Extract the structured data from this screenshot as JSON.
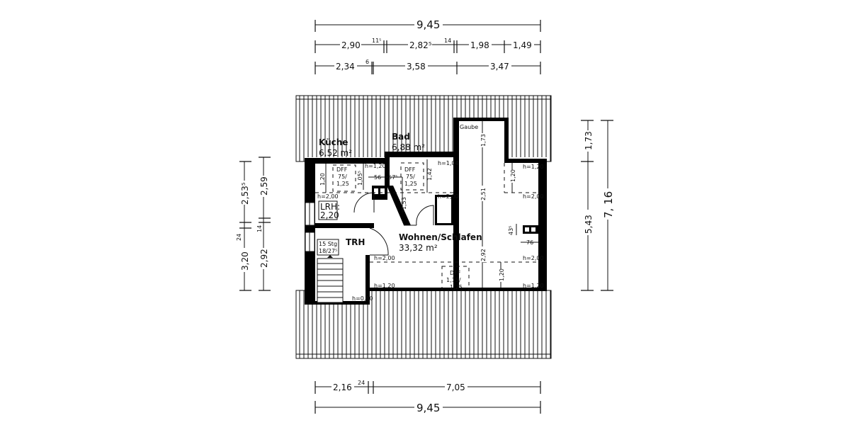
{
  "rooms": {
    "kueche": {
      "name": "Küche",
      "area": "6,52 m²"
    },
    "bad": {
      "name": "Bad",
      "area": "6,88 m²"
    },
    "wohnen": {
      "name": "Wohnen/Schlafen",
      "area": "33,32 m²"
    },
    "trh": {
      "name": "TRH"
    },
    "gaube": {
      "name": "Gaube"
    }
  },
  "labels": {
    "lrh": [
      "LRH:",
      "2,20"
    ],
    "stairs": [
      "15 Stg",
      "18/27⁵"
    ],
    "dff_kueche": [
      "DFF",
      "75/",
      "1,25"
    ],
    "dff_bad": [
      "DFF",
      "75/",
      "1,25"
    ],
    "dff_wohnen": [
      "DFF",
      "1,15/",
      "1,25"
    ],
    "heights": {
      "h120_k": "h=1,20",
      "h104": "h=1,04",
      "h200_k": "h=2,00",
      "h200_b": "h=2,00",
      "h120_g": "h=1,20",
      "h200_g": "h=2,00",
      "h200_w1": "h=2,00",
      "h200_w2": "h=2,00",
      "h120_w1": "h=1,20",
      "h120_w2": "h=1,20",
      "h080": "h=0,80"
    },
    "inner_dims": {
      "k120": "1,20",
      "k105": "1,05⁵",
      "k56": "56",
      "k57": "57⁵",
      "b142": "1,42",
      "b153": "1,53",
      "g173": "1,73",
      "g251": "2,51",
      "g120": "1,20",
      "w292": "2,92",
      "w120": "1,20",
      "c43": "43⁵",
      "c76": "76"
    }
  },
  "dimensions": {
    "top_total": "9,45",
    "top_row2": [
      "2,90",
      "11⁵",
      "2,82⁵",
      "14",
      "1,98",
      "1,49"
    ],
    "top_row3": [
      "2,34",
      "6",
      "3,58",
      "3,47"
    ],
    "bottom_row1": [
      "2,16",
      "24",
      "7,05"
    ],
    "bottom_total": "9,45",
    "left_outer": [
      "2,53⁵",
      "24",
      "3,20"
    ],
    "left_inner": [
      "2,59",
      "14",
      "2,92"
    ],
    "right_inner": [
      "1,73",
      "5,43"
    ],
    "right_total": "7, 16"
  }
}
